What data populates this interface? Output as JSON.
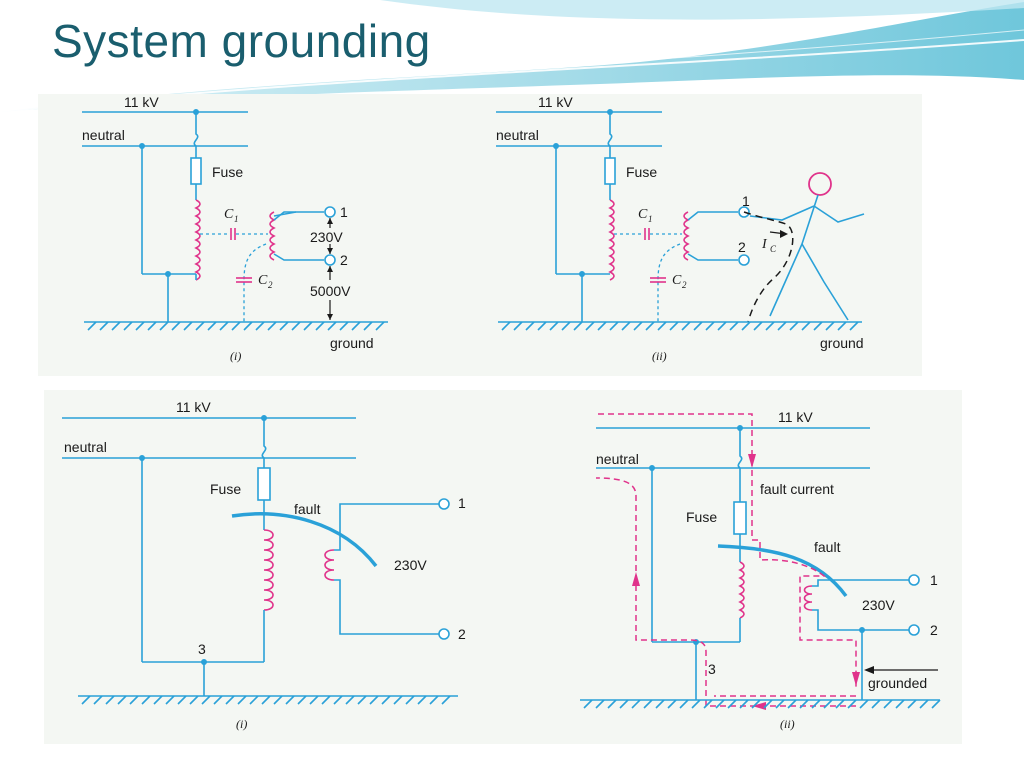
{
  "slide": {
    "title": "System grounding"
  },
  "panels": [
    {
      "voltage": "11 kV",
      "neutral": "neutral",
      "fuse": "Fuse",
      "c1": "C",
      "c1_sub": "1",
      "c2": "C",
      "c2_sub": "2",
      "t1": "1",
      "t2": "2",
      "v_secondary": "230V",
      "v_ground": "5000V",
      "ground": "ground",
      "caption": "(i)"
    },
    {
      "voltage": "11 kV",
      "neutral": "neutral",
      "fuse": "Fuse",
      "c1": "C",
      "c1_sub": "1",
      "c2": "C",
      "c2_sub": "2",
      "t1": "1",
      "t2": "2",
      "ic": "I",
      "ic_sub": "C",
      "ground": "ground",
      "caption": "(ii)"
    },
    {
      "voltage": "11 kV",
      "neutral": "neutral",
      "fuse": "Fuse",
      "fault": "fault",
      "t1": "1",
      "t2": "2",
      "v_secondary": "230V",
      "node": "3",
      "caption": "(i)"
    },
    {
      "voltage": "11 kV",
      "neutral": "neutral",
      "fuse": "Fuse",
      "fault": "fault",
      "fault_current": "fault current",
      "t1": "1",
      "t2": "2",
      "v_secondary": "230V",
      "node": "3",
      "grounded": "grounded",
      "caption": "(ii)"
    }
  ],
  "colors": {
    "title": "#1a5e6e",
    "wire": "#2aa1d8",
    "coil": "#e0338b",
    "panel_bg": "#f4f7f3"
  }
}
